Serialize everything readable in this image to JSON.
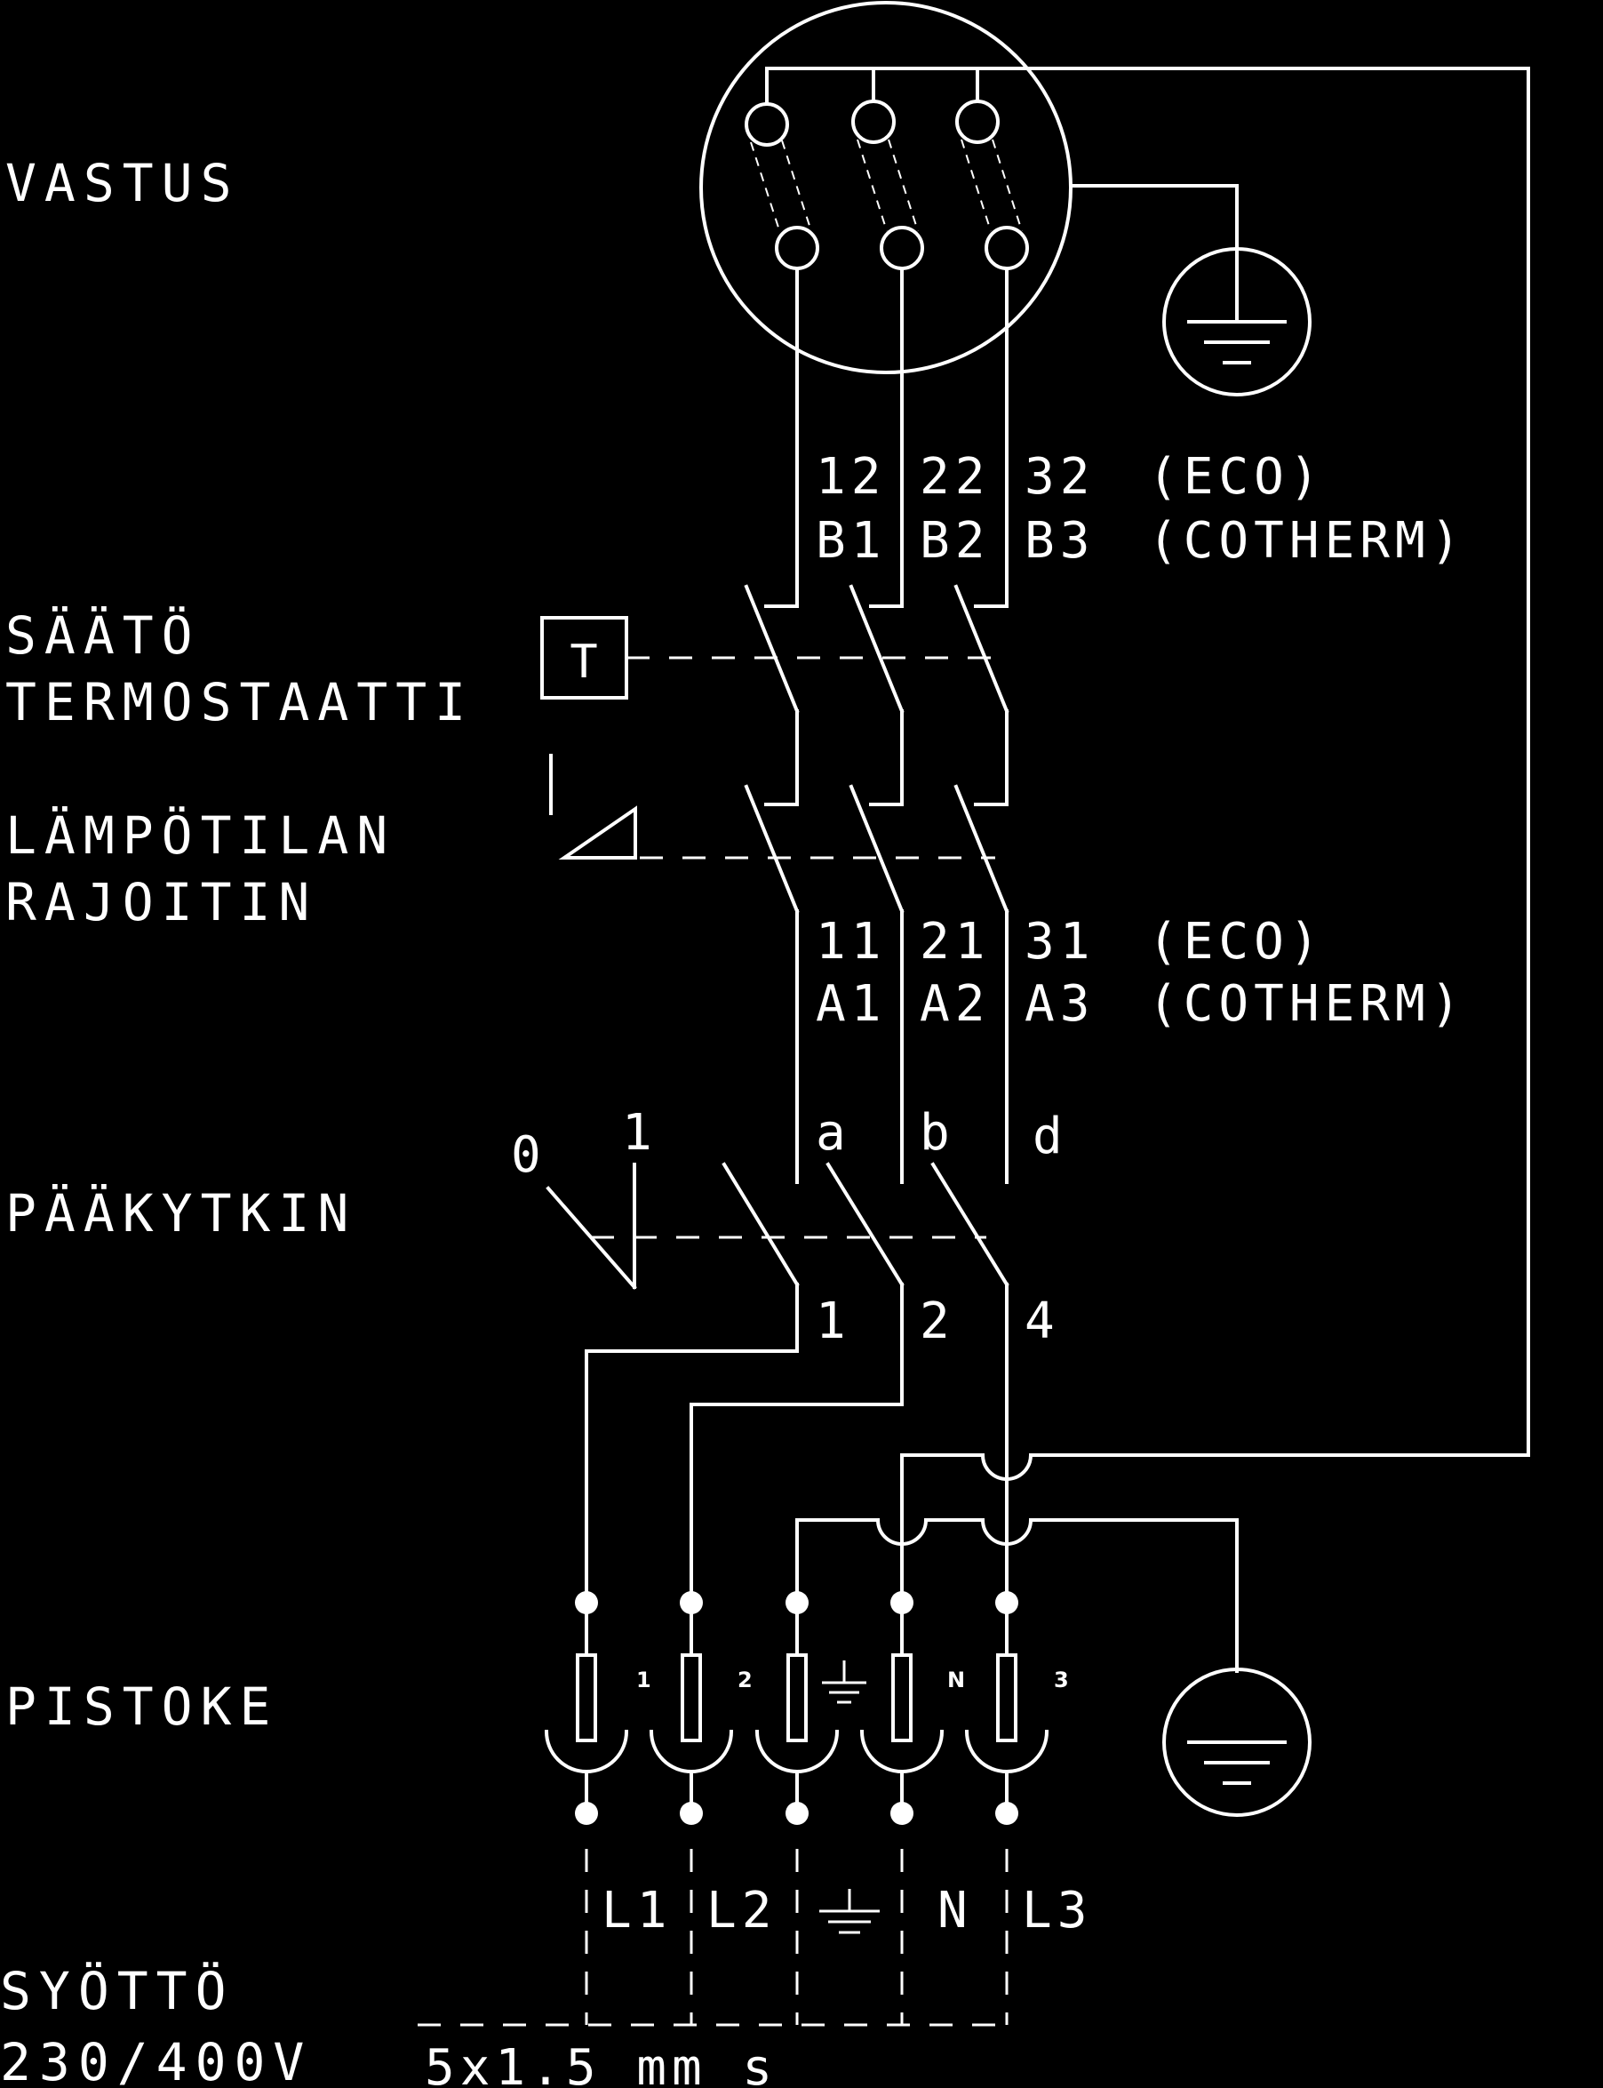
{
  "labels": {
    "vastus": "VASTUS",
    "saato": "SÄÄTÖ",
    "termostaatti": "TERMOSTAATTI",
    "lampotilan": "LÄMPÖTILAN",
    "rajoitin": "RAJOITIN",
    "paakytkin": "PÄÄKYTKIN",
    "pistoke": "PISTOKE",
    "syotto": "SYÖTTÖ",
    "voltage": "230/400V",
    "cable": "5x1.5 mm s"
  },
  "terminals_upper": {
    "row1": [
      "12",
      "22",
      "32"
    ],
    "row1_note": "(ECO)",
    "row2": [
      "B1",
      "B2",
      "B3"
    ],
    "row2_note": "(COTHERM)"
  },
  "terminals_lower": {
    "row1": [
      "11",
      "21",
      "31"
    ],
    "row1_note": "(ECO)",
    "row2": [
      "A1",
      "A2",
      "A3"
    ],
    "row2_note": "(COTHERM)"
  },
  "thermostat_box": "T",
  "main_switch": {
    "pos_off": "0",
    "pos_on": "1",
    "contacts_top": [
      "a",
      "b",
      "d"
    ],
    "contacts_bottom": [
      "1",
      "2",
      "4"
    ]
  },
  "plug_pins": [
    "1",
    "2",
    "N",
    "3"
  ],
  "supply_conductors": [
    "L1",
    "L2",
    "N",
    "L3"
  ]
}
